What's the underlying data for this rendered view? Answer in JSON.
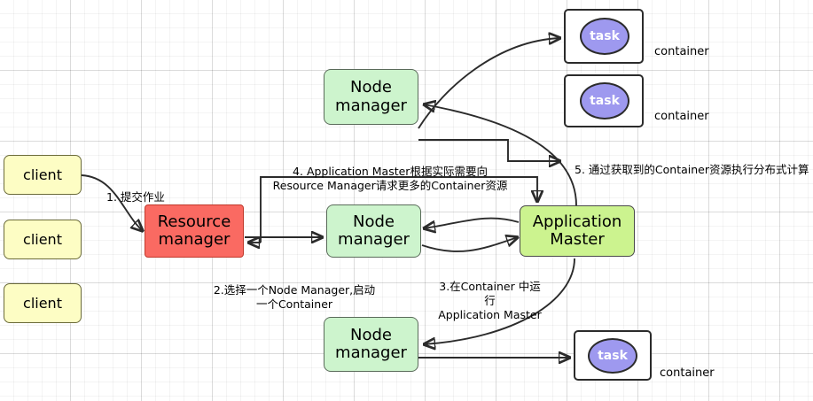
{
  "diagram": {
    "title": "YARN Resource Manager workflow diagram",
    "colors": {
      "client_fill": "#fdfdc4",
      "node_manager_fill": "#cdf4cd",
      "resource_manager_fill": "#fa6a62",
      "application_master_fill": "#ccf38f",
      "task_fill": "#9e99ef",
      "container_fill": "#ffffff",
      "stroke": "#2b2b2b"
    },
    "clients": [
      {
        "label": "client"
      },
      {
        "label": "client"
      },
      {
        "label": "client"
      }
    ],
    "resource_manager": {
      "label": "Resource\nmanager"
    },
    "node_managers": [
      {
        "label": "Node\nmanager"
      },
      {
        "label": "Node\nmanager"
      },
      {
        "label": "Node\nmanager"
      }
    ],
    "application_master": {
      "label": "Application\nMaster"
    },
    "containers": [
      {
        "task_label": "task",
        "caption": "container"
      },
      {
        "task_label": "task",
        "caption": "container"
      },
      {
        "task_label": "task",
        "caption": "container"
      }
    ],
    "edge_labels": [
      {
        "id": "step1",
        "text": "1. 提交作业"
      },
      {
        "id": "step2",
        "text": "2.选择一个Node Manager,启动\n一个Container"
      },
      {
        "id": "step3",
        "text": "3.在Container 中运行\nApplication Master"
      },
      {
        "id": "step4",
        "text": "4. Application Master根据实际需要向\nResource Manager请求更多的Container资源"
      },
      {
        "id": "step5",
        "text": "5. 通过获取到的Container资源执行分布式计算"
      }
    ]
  }
}
